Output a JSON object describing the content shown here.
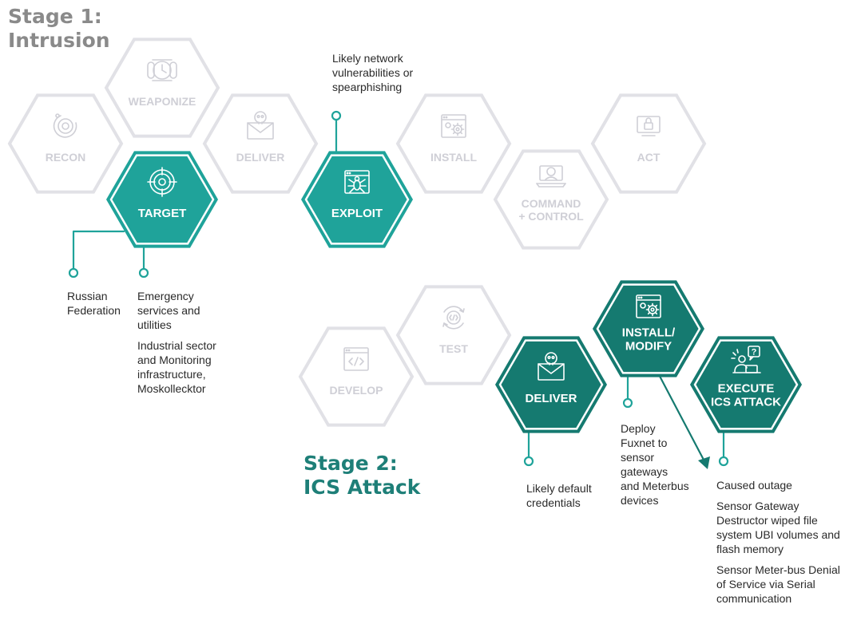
{
  "colors": {
    "stage1_title": "#8a8a8a",
    "stage2_title": "#1e7f78",
    "inactive": "#e1e1e6",
    "inactive_text": "#cfcfd6",
    "teal_stage1": "#1fa39a",
    "teal_stage2": "#157a70",
    "connector": "#1fa39a",
    "text": "#2a2a2a"
  },
  "stage1": {
    "title_line1": "Stage 1:",
    "title_line2": "Intrusion",
    "hexes": [
      {
        "id": "weaponize",
        "lines": [
          "WEAPONIZE"
        ],
        "icon": "clock-bomb-icon",
        "active": false
      },
      {
        "id": "recon",
        "lines": [
          "RECON"
        ],
        "icon": "radar-icon",
        "active": false
      },
      {
        "id": "target",
        "lines": [
          "TARGET"
        ],
        "icon": "crosshair-icon",
        "active": true
      },
      {
        "id": "deliver",
        "lines": [
          "DELIVER"
        ],
        "icon": "skull-envelope-icon",
        "active": false
      },
      {
        "id": "exploit",
        "lines": [
          "EXPLOIT"
        ],
        "icon": "bug-window-icon",
        "active": true
      },
      {
        "id": "install",
        "lines": [
          "INSTALL"
        ],
        "icon": "gear-window-icon",
        "active": false
      },
      {
        "id": "command-control",
        "lines": [
          "COMMAND",
          "+ CONTROL"
        ],
        "icon": "hacker-laptop-icon",
        "active": false
      },
      {
        "id": "act",
        "lines": [
          "ACT"
        ],
        "icon": "lock-screen-icon",
        "active": false
      }
    ],
    "notes": {
      "exploit": [
        "Likely network",
        "vulnerabilities or",
        "spearphishing"
      ],
      "target_country": [
        "Russian",
        "Federation"
      ],
      "target_sector_1": [
        "Emergency",
        "services and",
        "utilities"
      ],
      "target_sector_2": [
        "Industrial sector",
        "and Monitoring",
        "infrastructure,",
        "Moskollecktor"
      ]
    }
  },
  "stage2": {
    "title_line1": "Stage 2:",
    "title_line2": "ICS Attack",
    "hexes": [
      {
        "id": "test",
        "lines": [
          "TEST"
        ],
        "icon": "code-cycle-icon",
        "active": false
      },
      {
        "id": "develop",
        "lines": [
          "DEVELOP"
        ],
        "icon": "code-window-icon",
        "active": false
      },
      {
        "id": "deliver2",
        "lines": [
          "DELIVER"
        ],
        "icon": "skull-envelope-icon",
        "active": true
      },
      {
        "id": "install-modify",
        "lines": [
          "INSTALL/",
          "MODIFY"
        ],
        "icon": "gear-window-icon",
        "active": true
      },
      {
        "id": "execute",
        "lines": [
          "EXECUTE",
          "ICS ATTACK"
        ],
        "icon": "hacker-question-icon",
        "active": true
      }
    ],
    "notes": {
      "deliver": [
        "Likely default",
        "credentials"
      ],
      "install": [
        "Deploy",
        "Fuxnet to",
        "sensor",
        "gateways",
        "and Meterbus",
        "devices"
      ],
      "execute_1": [
        "Caused outage"
      ],
      "execute_2": [
        "Sensor Gateway",
        "Destructor wiped file",
        "system UBI volumes and",
        "flash memory"
      ],
      "execute_3": [
        "Sensor Meter-bus Denial",
        "of Service via Serial",
        "communication"
      ]
    }
  }
}
